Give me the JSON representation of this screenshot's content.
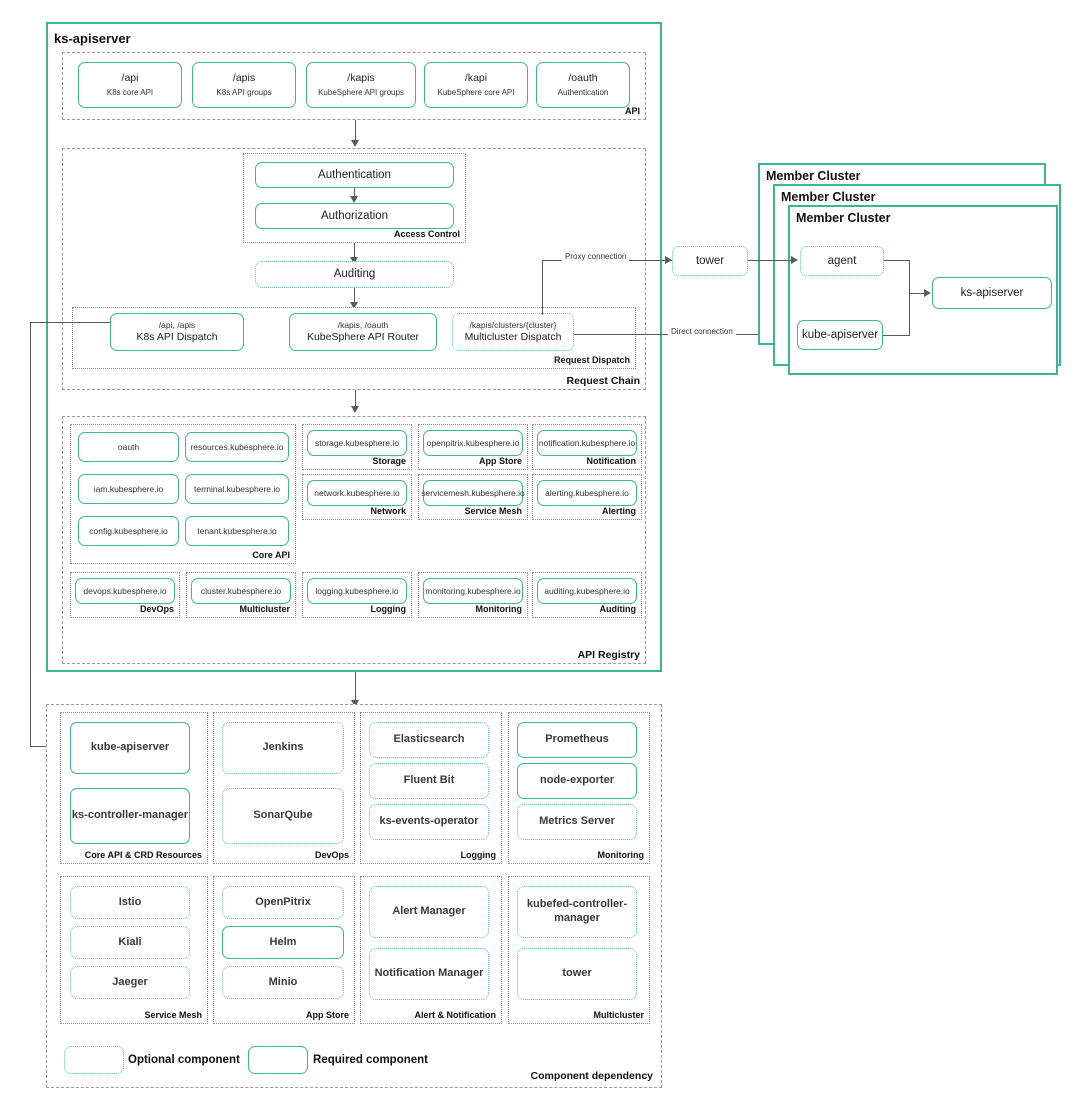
{
  "diagram": {
    "title": "ks-apiserver",
    "api_section": {
      "label": "API",
      "items": [
        {
          "path": "/api",
          "desc": "K8s core API"
        },
        {
          "path": "/apis",
          "desc": "K8s API groups"
        },
        {
          "path": "/kapis",
          "desc": "KubeSphere API groups"
        },
        {
          "path": "/kapi",
          "desc": "KubeSphere core API"
        },
        {
          "path": "/oauth",
          "desc": "Authentication"
        }
      ]
    },
    "request_chain": {
      "label": "Request Chain",
      "access_control": {
        "label": "Access Control",
        "authentication": "Authentication",
        "authorization": "Authorization"
      },
      "auditing": "Auditing",
      "request_dispatch": {
        "label": "Request Dispatch",
        "items": [
          {
            "path": "/api, /apis",
            "name": "K8s API Dispatch",
            "style": "required"
          },
          {
            "path": "/kapis, /oauth",
            "name": "KubeSphere API Router",
            "style": "required"
          },
          {
            "path": "/kapis/clusters/{cluster}",
            "name": "Multicluster Dispatch",
            "style": "optional"
          }
        ]
      }
    },
    "api_registry": {
      "label": "API Registry",
      "groups": [
        {
          "label": "Core API",
          "items": [
            "oauth",
            "resources.kubesphere.io",
            "iam.kubesphere.io",
            "terminal.kubesphere.io",
            "config.kubesphere.io",
            "tenant.kubesphere.io"
          ]
        },
        {
          "label": "Storage",
          "items": [
            "storage.kubesphere.io"
          ]
        },
        {
          "label": "App Store",
          "items": [
            "openpitrix.kubesphere.io"
          ]
        },
        {
          "label": "Notification",
          "items": [
            "notification.kubesphere.io"
          ]
        },
        {
          "label": "Network",
          "items": [
            "network.kubesphere.io"
          ]
        },
        {
          "label": "Service Mesh",
          "items": [
            "servicemesh.kubesphere.io"
          ]
        },
        {
          "label": "Alerting",
          "items": [
            "alerting.kubesphere.io"
          ]
        },
        {
          "label": "DevOps",
          "items": [
            "devops.kubesphere.io"
          ]
        },
        {
          "label": "Multicluster",
          "items": [
            "cluster.kubesphere.io"
          ]
        },
        {
          "label": "Logging",
          "items": [
            "logging.kubesphere.io"
          ]
        },
        {
          "label": "Monitoring",
          "items": [
            "monitoring.kubesphere.io"
          ]
        },
        {
          "label": "Auditing",
          "items": [
            "auditing.kubesphere.io"
          ]
        }
      ]
    },
    "member_clusters": {
      "title": "Member Cluster",
      "count": 3,
      "nodes": [
        {
          "name": "agent",
          "style": "optional"
        },
        {
          "name": "kube-apiserver",
          "style": "required"
        },
        {
          "name": "ks-apiserver",
          "style": "required"
        }
      ]
    },
    "tower": {
      "name": "tower",
      "style": "optional"
    },
    "connections": {
      "proxy": "Proxy connection",
      "direct": "Direct connection"
    },
    "component_dependency": {
      "label": "Component dependency",
      "groups": [
        {
          "label": "Core API & CRD Resources",
          "items": [
            {
              "name": "kube-apiserver",
              "style": "required"
            },
            {
              "name": "ks-controller-manager",
              "style": "required"
            }
          ]
        },
        {
          "label": "DevOps",
          "items": [
            {
              "name": "Jenkins",
              "style": "optional"
            },
            {
              "name": "SonarQube",
              "style": "optional"
            }
          ]
        },
        {
          "label": "Logging",
          "items": [
            {
              "name": "Elasticsearch",
              "style": "optional"
            },
            {
              "name": "Fluent Bit",
              "style": "optional"
            },
            {
              "name": "ks-events-operator",
              "style": "optional"
            }
          ]
        },
        {
          "label": "Monitoring",
          "items": [
            {
              "name": "Prometheus",
              "style": "required"
            },
            {
              "name": "node-exporter",
              "style": "required"
            },
            {
              "name": "Metrics Server",
              "style": "optional"
            }
          ]
        },
        {
          "label": "Service Mesh",
          "items": [
            {
              "name": "Istio",
              "style": "optional"
            },
            {
              "name": "Kiali",
              "style": "optional"
            },
            {
              "name": "Jaeger",
              "style": "optional"
            }
          ]
        },
        {
          "label": "App Store",
          "items": [
            {
              "name": "OpenPitrix",
              "style": "optional"
            },
            {
              "name": "Helm",
              "style": "required"
            },
            {
              "name": "Minio",
              "style": "optional"
            }
          ]
        },
        {
          "label": "Alert & Notification",
          "items": [
            {
              "name": "Alert Manager",
              "style": "optional"
            },
            {
              "name": "Notification Manager",
              "style": "optional"
            }
          ]
        },
        {
          "label": "Multicluster",
          "items": [
            {
              "name": "kubefed-controller-manager",
              "style": "optional"
            },
            {
              "name": "tower",
              "style": "optional"
            }
          ]
        }
      ],
      "legend": {
        "optional": "Optional component",
        "required": "Required  component"
      }
    },
    "colors": {
      "accent": "#3CB78B",
      "optional_border": "#54C49C",
      "connector": "#5a5a5a",
      "frame_dash": "#9a9a9a",
      "text": "#1a1a1a"
    }
  }
}
